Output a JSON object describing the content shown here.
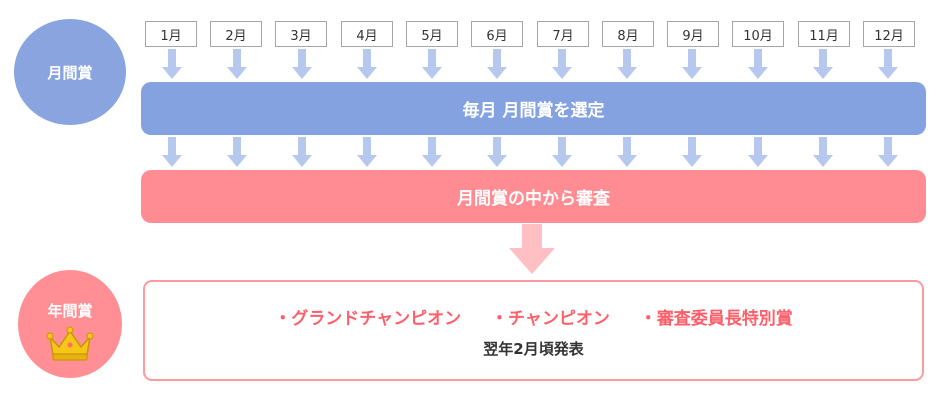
{
  "monthly_award": {
    "label": "月間賞"
  },
  "yearly_award": {
    "label": "年間賞"
  },
  "months": [
    "1月",
    "2月",
    "3月",
    "4月",
    "5月",
    "6月",
    "7月",
    "8月",
    "9月",
    "10月",
    "11月",
    "12月"
  ],
  "steps": {
    "select_monthly": "毎月 月間賞を選定",
    "review": "月間賞の中から審査"
  },
  "result": {
    "awards": [
      "・グランドチャンピオン",
      "・チャンピオン",
      "・審査委員長特別賞"
    ],
    "announcement": "翌年2月頃発表"
  },
  "colors": {
    "monthly_blue": "#84a1e0",
    "arrow_blue": "#b7c8ee",
    "review_pink": "#ff8c92",
    "arrow_pink": "#ffbfc3",
    "award_text": "#ff5f6a",
    "crown_gold": "#f5c518"
  }
}
